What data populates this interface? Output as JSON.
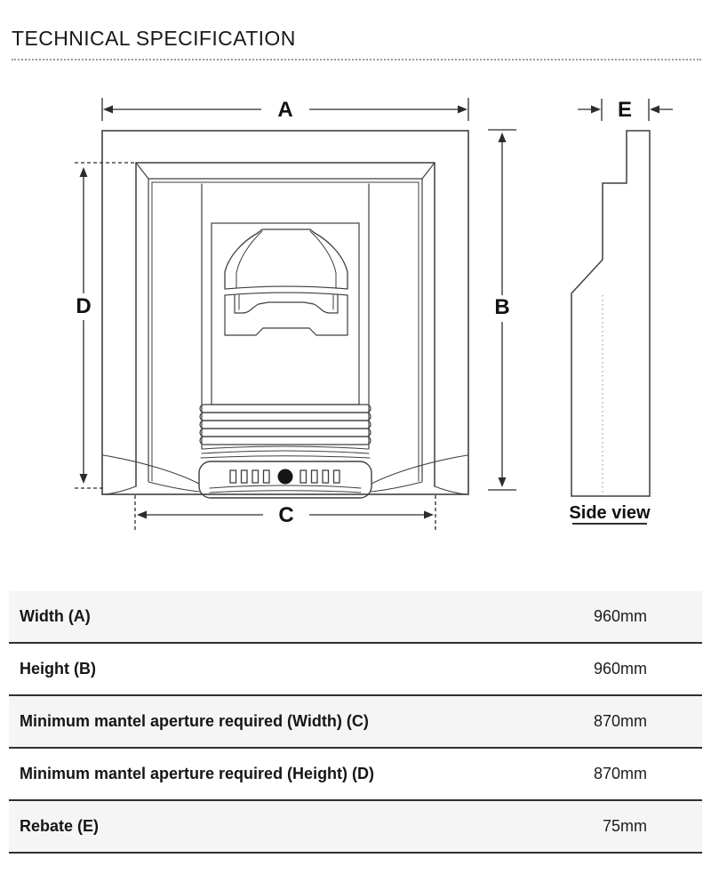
{
  "header": {
    "title": "TECHNICAL SPECIFICATION"
  },
  "diagram": {
    "front_view": {
      "dim_a": "A",
      "dim_b": "B",
      "dim_c": "C",
      "dim_d": "D"
    },
    "side_view": {
      "dim_e": "E",
      "caption": "Side view"
    }
  },
  "spec_table": {
    "rows": [
      {
        "label": "Width (A)",
        "value": "960mm"
      },
      {
        "label": "Height (B)",
        "value": "960mm"
      },
      {
        "label": "Minimum mantel aperture required (Width) (C)",
        "value": "870mm"
      },
      {
        "label": "Minimum mantel aperture required (Height) (D)",
        "value": "870mm"
      },
      {
        "label": "Rebate (E)",
        "value": "75mm"
      }
    ]
  },
  "colors": {
    "line": "#3f3f3f",
    "dimension": "#2c2c2c",
    "alt_row_bg": "#f5f5f5",
    "row_border": "#303030",
    "dotted_rule": "#9b9b9b"
  }
}
